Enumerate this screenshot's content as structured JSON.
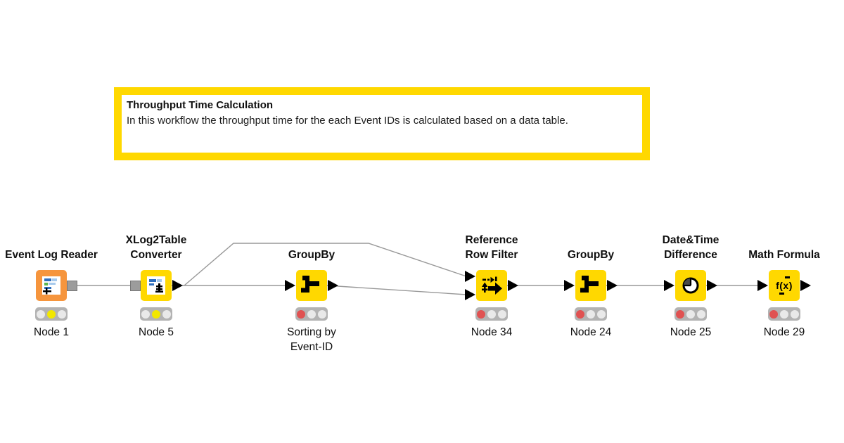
{
  "annotation": {
    "title": "Throughput Time Calculation",
    "body": "In this workflow the throughput time for the each Event IDs is calculated based on a data table."
  },
  "colors": {
    "node_yellow": "#ffd800",
    "node_orange": "#f6953d",
    "annotation_border": "#ffd800",
    "traffic_light_bar": "#b3b3b3",
    "traffic_light_red": "#e05252",
    "traffic_light_yellow": "#f2e700",
    "traffic_light_off": "#e9e9e9",
    "connection": "#999999"
  },
  "nodes": [
    {
      "name": "Event Log Reader",
      "label": "Node 1",
      "color": "#f6953d",
      "lights": [
        "off",
        "yellow",
        "off"
      ]
    },
    {
      "name": "XLog2Table\nConverter",
      "label": "Node 5",
      "color": "#ffd800",
      "lights": [
        "off",
        "yellow",
        "off"
      ]
    },
    {
      "name": "GroupBy",
      "label": "Sorting by\nEvent-ID",
      "color": "#ffd800",
      "lights": [
        "red",
        "off",
        "off"
      ]
    },
    {
      "name": "Reference\nRow Filter",
      "label": "Node 34",
      "color": "#ffd800",
      "lights": [
        "red",
        "off",
        "off"
      ]
    },
    {
      "name": "GroupBy",
      "label": "Node 24",
      "color": "#ffd800",
      "lights": [
        "red",
        "off",
        "off"
      ]
    },
    {
      "name": "Date&Time\nDifference",
      "label": "Node 25",
      "color": "#ffd800",
      "lights": [
        "red",
        "off",
        "off"
      ]
    },
    {
      "name": "Math Formula",
      "label": "Node 29",
      "color": "#ffd800",
      "lights": [
        "red",
        "off",
        "off"
      ]
    }
  ],
  "icons": {
    "math_formula_text": "f(x)"
  }
}
